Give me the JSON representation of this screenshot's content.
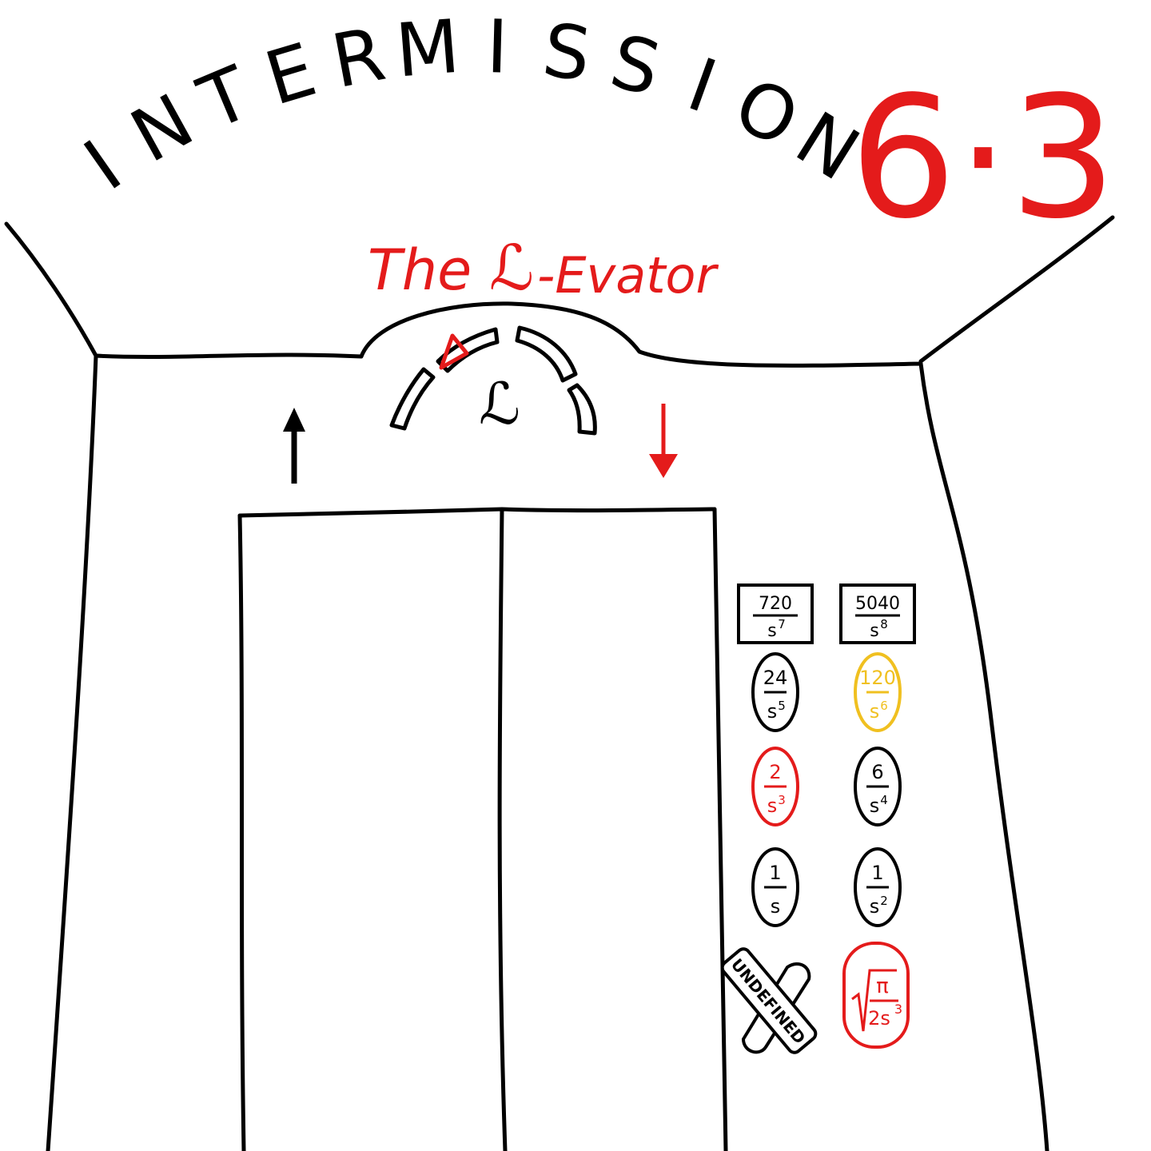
{
  "title": {
    "word": "INTERMISSION",
    "letters": [
      "I",
      "N",
      "T",
      "E",
      "R",
      "M",
      "I",
      "S",
      "S",
      "I",
      "O",
      "N"
    ],
    "number": "6·3"
  },
  "sign": {
    "prefix": "The",
    "symbol": "ℒ",
    "suffix": "-Evator"
  },
  "indicator": {
    "symbol": "ℒ",
    "pointer_icon": "triangle-pointer-icon"
  },
  "arrows": {
    "up_icon": "up-arrow-icon",
    "down_icon": "down-arrow-icon"
  },
  "panel": {
    "rows": [
      [
        {
          "num": "720",
          "den": "s",
          "exp": "7",
          "shape": "rect",
          "color": "#000000"
        },
        {
          "num": "5040",
          "den": "s",
          "exp": "8",
          "shape": "rect",
          "color": "#000000"
        }
      ],
      [
        {
          "num": "24",
          "den": "s",
          "exp": "5",
          "shape": "oval",
          "color": "#000000"
        },
        {
          "num": "120",
          "den": "s",
          "exp": "6",
          "shape": "oval",
          "color": "#f0c020"
        }
      ],
      [
        {
          "num": "2",
          "den": "s",
          "exp": "3",
          "shape": "oval",
          "color": "#e41b1b"
        },
        {
          "num": "6",
          "den": "s",
          "exp": "4",
          "shape": "oval",
          "color": "#000000"
        }
      ],
      [
        {
          "num": "1",
          "den": "s",
          "exp": "",
          "shape": "oval",
          "color": "#000000"
        },
        {
          "num": "1",
          "den": "s",
          "exp": "2",
          "shape": "oval",
          "color": "#000000"
        }
      ]
    ],
    "undefined_label": "UNDEFINED",
    "sqrt_button": {
      "num": "π",
      "den": "2s",
      "exp": "3",
      "color": "#e41b1b"
    }
  },
  "colors": {
    "ink": "#000000",
    "accent": "#e41b1b",
    "yellow": "#f0c020",
    "background": "#ffffff"
  }
}
